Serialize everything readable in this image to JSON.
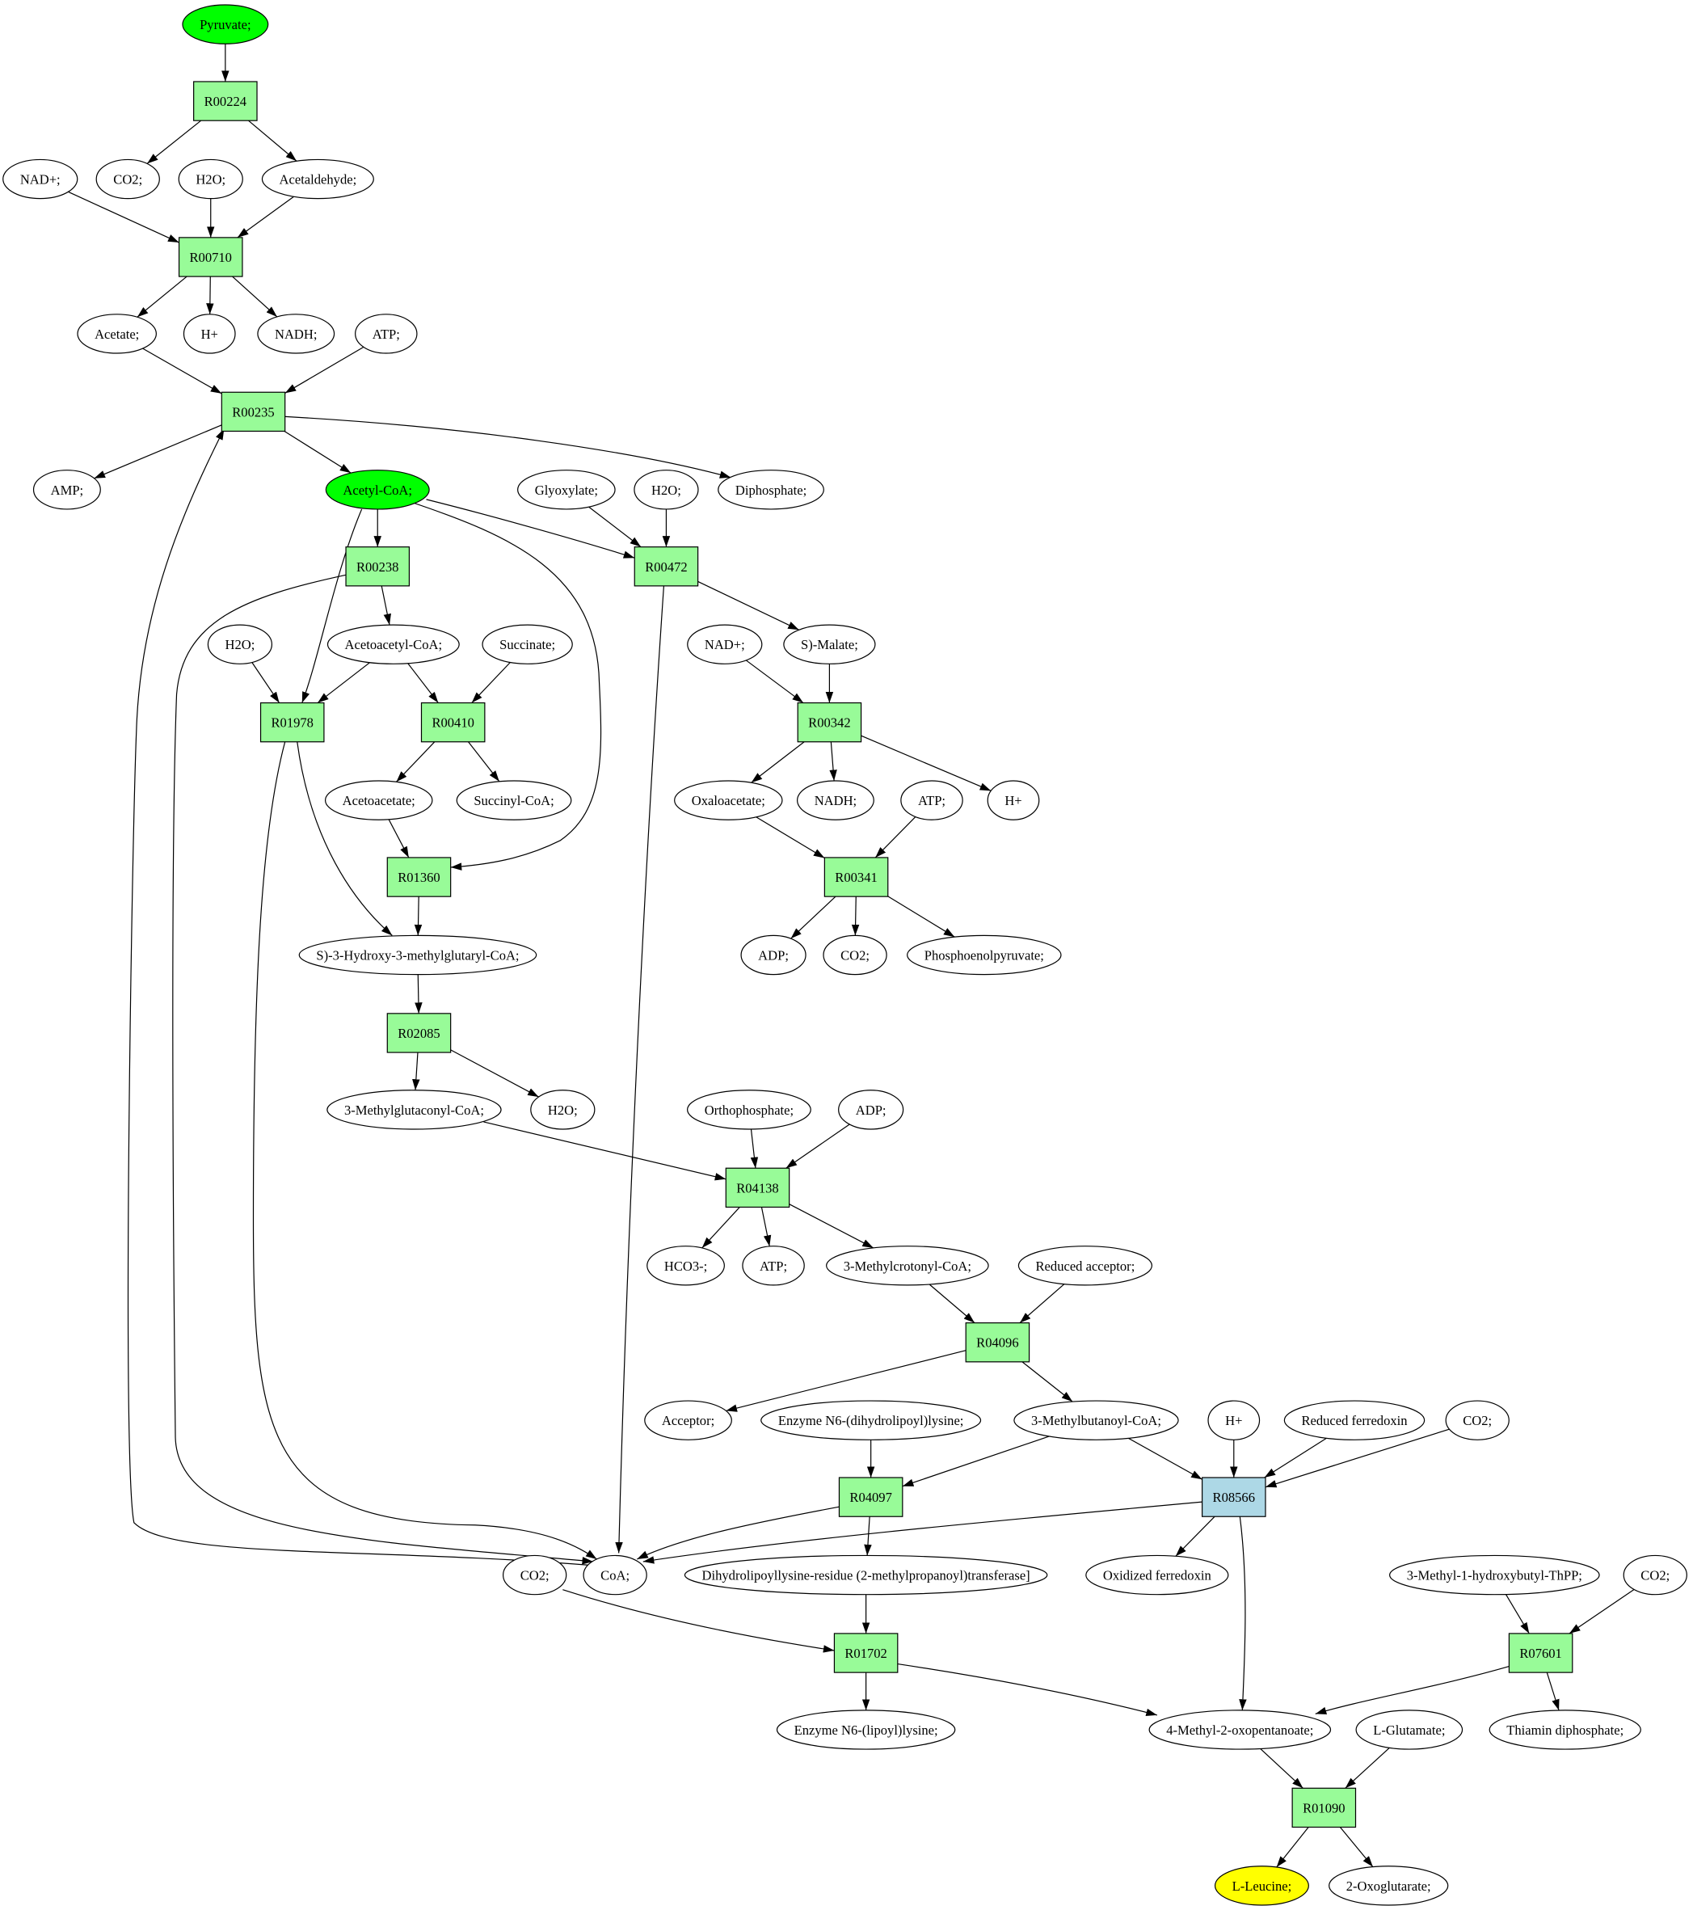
{
  "diagram": {
    "type": "metabolic-pathway-graph",
    "colors": {
      "reaction": "#98fb98",
      "reaction_highlight": "#add8e6",
      "source_compound": "#00ff00",
      "target_compound": "#ffff00",
      "compound": "#ffffff"
    },
    "nodes": [
      {
        "id": "pyruvate",
        "label": "Pyruvate;",
        "kind": "compound",
        "role": "source"
      },
      {
        "id": "R00224",
        "label": "R00224",
        "kind": "reaction"
      },
      {
        "id": "nad1",
        "label": "NAD+;",
        "kind": "compound"
      },
      {
        "id": "co2_1",
        "label": "CO2;",
        "kind": "compound"
      },
      {
        "id": "h2o_1",
        "label": "H2O;",
        "kind": "compound"
      },
      {
        "id": "acetaldehyde",
        "label": "Acetaldehyde;",
        "kind": "compound"
      },
      {
        "id": "R00710",
        "label": "R00710",
        "kind": "reaction"
      },
      {
        "id": "acetate",
        "label": "Acetate;",
        "kind": "compound"
      },
      {
        "id": "hplus1",
        "label": "H+",
        "kind": "compound"
      },
      {
        "id": "nadh1",
        "label": "NADH;",
        "kind": "compound"
      },
      {
        "id": "atp1",
        "label": "ATP;",
        "kind": "compound"
      },
      {
        "id": "R00235",
        "label": "R00235",
        "kind": "reaction"
      },
      {
        "id": "amp",
        "label": "AMP;",
        "kind": "compound"
      },
      {
        "id": "acetylcoa",
        "label": "Acetyl-CoA;",
        "kind": "compound",
        "role": "source"
      },
      {
        "id": "glyoxylate",
        "label": "Glyoxylate;",
        "kind": "compound"
      },
      {
        "id": "h2o_2",
        "label": "H2O;",
        "kind": "compound"
      },
      {
        "id": "diphosphate",
        "label": "Diphosphate;",
        "kind": "compound"
      },
      {
        "id": "R00238",
        "label": "R00238",
        "kind": "reaction"
      },
      {
        "id": "R00472",
        "label": "R00472",
        "kind": "reaction"
      },
      {
        "id": "h2o_3",
        "label": "H2O;",
        "kind": "compound"
      },
      {
        "id": "acetoacetylcoa",
        "label": "Acetoacetyl-CoA;",
        "kind": "compound"
      },
      {
        "id": "succinate",
        "label": "Succinate;",
        "kind": "compound"
      },
      {
        "id": "nad2",
        "label": "NAD+;",
        "kind": "compound"
      },
      {
        "id": "smalate",
        "label": "S)-Malate;",
        "kind": "compound"
      },
      {
        "id": "R01978",
        "label": "R01978",
        "kind": "reaction"
      },
      {
        "id": "R00410",
        "label": "R00410",
        "kind": "reaction"
      },
      {
        "id": "R00342",
        "label": "R00342",
        "kind": "reaction"
      },
      {
        "id": "acetoacetate",
        "label": "Acetoacetate;",
        "kind": "compound"
      },
      {
        "id": "succinylcoa",
        "label": "Succinyl-CoA;",
        "kind": "compound"
      },
      {
        "id": "oxaloacetate",
        "label": "Oxaloacetate;",
        "kind": "compound"
      },
      {
        "id": "nadh2",
        "label": "NADH;",
        "kind": "compound"
      },
      {
        "id": "atp2",
        "label": "ATP;",
        "kind": "compound"
      },
      {
        "id": "hplus2",
        "label": "H+",
        "kind": "compound"
      },
      {
        "id": "R01360",
        "label": "R01360",
        "kind": "reaction"
      },
      {
        "id": "R00341",
        "label": "R00341",
        "kind": "reaction"
      },
      {
        "id": "hmgcoa",
        "label": "S)-3-Hydroxy-3-methylglutaryl-CoA;",
        "kind": "compound"
      },
      {
        "id": "adp1",
        "label": "ADP;",
        "kind": "compound"
      },
      {
        "id": "co2_2",
        "label": "CO2;",
        "kind": "compound"
      },
      {
        "id": "pep",
        "label": "Phosphoenolpyruvate;",
        "kind": "compound"
      },
      {
        "id": "R02085",
        "label": "R02085",
        "kind": "reaction"
      },
      {
        "id": "mglutaconyl",
        "label": "3-Methylglutaconyl-CoA;",
        "kind": "compound"
      },
      {
        "id": "h2o_4",
        "label": "H2O;",
        "kind": "compound"
      },
      {
        "id": "orthophosphate",
        "label": "Orthophosphate;",
        "kind": "compound"
      },
      {
        "id": "adp2",
        "label": "ADP;",
        "kind": "compound"
      },
      {
        "id": "R04138",
        "label": "R04138",
        "kind": "reaction"
      },
      {
        "id": "hco3",
        "label": "HCO3-;",
        "kind": "compound"
      },
      {
        "id": "atp3",
        "label": "ATP;",
        "kind": "compound"
      },
      {
        "id": "mcrotonyl",
        "label": "3-Methylcrotonyl-CoA;",
        "kind": "compound"
      },
      {
        "id": "redacceptor",
        "label": "Reduced acceptor;",
        "kind": "compound"
      },
      {
        "id": "R04096",
        "label": "R04096",
        "kind": "reaction"
      },
      {
        "id": "acceptor",
        "label": "Acceptor;",
        "kind": "compound"
      },
      {
        "id": "enzdihydro",
        "label": "Enzyme N6-(dihydrolipoyl)lysine;",
        "kind": "compound"
      },
      {
        "id": "mbutanoyl",
        "label": "3-Methylbutanoyl-CoA;",
        "kind": "compound"
      },
      {
        "id": "hplus3",
        "label": "H+",
        "kind": "compound"
      },
      {
        "id": "redferredoxin",
        "label": "Reduced ferredoxin",
        "kind": "compound"
      },
      {
        "id": "co2_3",
        "label": "CO2;",
        "kind": "compound"
      },
      {
        "id": "R04097",
        "label": "R04097",
        "kind": "reaction"
      },
      {
        "id": "R08566",
        "label": "R08566",
        "kind": "reaction",
        "role": "highlight"
      },
      {
        "id": "co2_4",
        "label": "CO2;",
        "kind": "compound"
      },
      {
        "id": "coa",
        "label": "CoA;",
        "kind": "compound"
      },
      {
        "id": "dihydrotransferase",
        "label": "Dihydrolipoyllysine-residue (2-methylpropanoyl)transferase]",
        "kind": "compound"
      },
      {
        "id": "oxferredoxin",
        "label": "Oxidized ferredoxin",
        "kind": "compound"
      },
      {
        "id": "mhbthpp",
        "label": "3-Methyl-1-hydroxybutyl-ThPP;",
        "kind": "compound"
      },
      {
        "id": "co2_5",
        "label": "CO2;",
        "kind": "compound"
      },
      {
        "id": "R01702",
        "label": "R01702",
        "kind": "reaction"
      },
      {
        "id": "R07601",
        "label": "R07601",
        "kind": "reaction"
      },
      {
        "id": "enzlipoyl",
        "label": "Enzyme N6-(lipoyl)lysine;",
        "kind": "compound"
      },
      {
        "id": "moxopentanoate",
        "label": "4-Methyl-2-oxopentanoate;",
        "kind": "compound"
      },
      {
        "id": "lglutamate",
        "label": "L-Glutamate;",
        "kind": "compound"
      },
      {
        "id": "thiamindp",
        "label": "Thiamin diphosphate;",
        "kind": "compound"
      },
      {
        "id": "R01090",
        "label": "R01090",
        "kind": "reaction"
      },
      {
        "id": "lleucine",
        "label": "L-Leucine;",
        "kind": "compound",
        "role": "target"
      },
      {
        "id": "oxoglutarate",
        "label": "2-Oxoglutarate;",
        "kind": "compound"
      }
    ],
    "edges": [
      [
        "pyruvate",
        "R00224"
      ],
      [
        "R00224",
        "co2_1"
      ],
      [
        "R00224",
        "acetaldehyde"
      ],
      [
        "nad1",
        "R00710"
      ],
      [
        "h2o_1",
        "R00710"
      ],
      [
        "acetaldehyde",
        "R00710"
      ],
      [
        "R00710",
        "acetate"
      ],
      [
        "R00710",
        "hplus1"
      ],
      [
        "R00710",
        "nadh1"
      ],
      [
        "acetate",
        "R00235"
      ],
      [
        "atp1",
        "R00235"
      ],
      [
        "coa",
        "R00235"
      ],
      [
        "R00235",
        "amp"
      ],
      [
        "R00235",
        "acetylcoa"
      ],
      [
        "R00235",
        "diphosphate"
      ],
      [
        "acetylcoa",
        "R00238"
      ],
      [
        "acetylcoa",
        "R00472"
      ],
      [
        "acetylcoa",
        "R01978"
      ],
      [
        "acetylcoa",
        "R01360"
      ],
      [
        "glyoxylate",
        "R00472"
      ],
      [
        "h2o_2",
        "R00472"
      ],
      [
        "R00238",
        "acetoacetylcoa"
      ],
      [
        "R00238",
        "coa"
      ],
      [
        "R00472",
        "smalate"
      ],
      [
        "R00472",
        "coa"
      ],
      [
        "h2o_3",
        "R01978"
      ],
      [
        "acetoacetylcoa",
        "R01978"
      ],
      [
        "acetoacetylcoa",
        "R00410"
      ],
      [
        "succinate",
        "R00410"
      ],
      [
        "nad2",
        "R00342"
      ],
      [
        "smalate",
        "R00342"
      ],
      [
        "R01978",
        "hmgcoa"
      ],
      [
        "R01978",
        "coa"
      ],
      [
        "R00410",
        "acetoacetate"
      ],
      [
        "R00410",
        "succinylcoa"
      ],
      [
        "R00342",
        "oxaloacetate"
      ],
      [
        "R00342",
        "nadh2"
      ],
      [
        "R00342",
        "hplus2"
      ],
      [
        "acetoacetate",
        "R01360"
      ],
      [
        "R01360",
        "hmgcoa"
      ],
      [
        "oxaloacetate",
        "R00341"
      ],
      [
        "atp2",
        "R00341"
      ],
      [
        "R00341",
        "adp1"
      ],
      [
        "R00341",
        "co2_2"
      ],
      [
        "R00341",
        "pep"
      ],
      [
        "hmgcoa",
        "R02085"
      ],
      [
        "R02085",
        "mglutaconyl"
      ],
      [
        "R02085",
        "h2o_4"
      ],
      [
        "mglutaconyl",
        "R04138"
      ],
      [
        "orthophosphate",
        "R04138"
      ],
      [
        "adp2",
        "R04138"
      ],
      [
        "R04138",
        "hco3"
      ],
      [
        "R04138",
        "atp3"
      ],
      [
        "R04138",
        "mcrotonyl"
      ],
      [
        "mcrotonyl",
        "R04096"
      ],
      [
        "redacceptor",
        "R04096"
      ],
      [
        "R04096",
        "acceptor"
      ],
      [
        "R04096",
        "mbutanoyl"
      ],
      [
        "enzdihydro",
        "R04097"
      ],
      [
        "mbutanoyl",
        "R04097"
      ],
      [
        "mbutanoyl",
        "R08566"
      ],
      [
        "hplus3",
        "R08566"
      ],
      [
        "redferredoxin",
        "R08566"
      ],
      [
        "co2_3",
        "R08566"
      ],
      [
        "R04097",
        "coa"
      ],
      [
        "R04097",
        "dihydrotransferase"
      ],
      [
        "R08566",
        "coa"
      ],
      [
        "R08566",
        "oxferredoxin"
      ],
      [
        "R08566",
        "moxopentanoate"
      ],
      [
        "dihydrotransferase",
        "R01702"
      ],
      [
        "co2_4",
        "R01702"
      ],
      [
        "R01702",
        "enzlipoyl"
      ],
      [
        "R01702",
        "moxopentanoate"
      ],
      [
        "mhbthpp",
        "R07601"
      ],
      [
        "co2_5",
        "R07601"
      ],
      [
        "R07601",
        "moxopentanoate"
      ],
      [
        "R07601",
        "thiamindp"
      ],
      [
        "moxopentanoate",
        "R01090"
      ],
      [
        "lglutamate",
        "R01090"
      ],
      [
        "R01090",
        "lleucine"
      ],
      [
        "R01090",
        "oxoglutarate"
      ]
    ]
  }
}
